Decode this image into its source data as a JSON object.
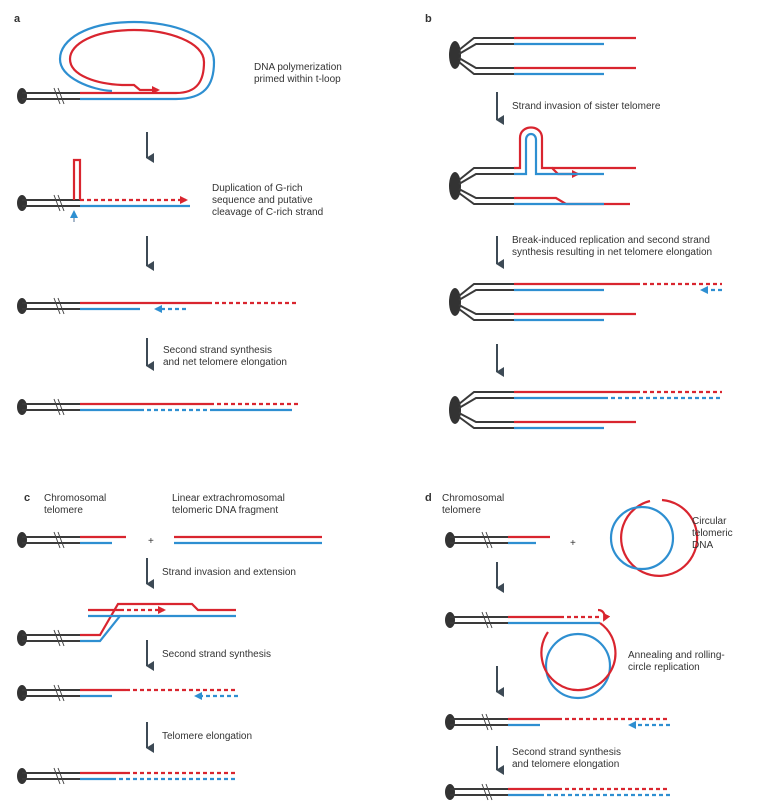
{
  "colors": {
    "red_strand": "#d9252f",
    "blue_strand": "#2e8fd1",
    "chromosome": "#3a3a3a",
    "arrow": "#3d4a55",
    "text": "#333333"
  },
  "panels": {
    "a": {
      "letter": "a",
      "step1": [
        "DNA polymerization",
        "primed within t-loop"
      ],
      "step2": [
        "Duplication of G-rich",
        "sequence and putative",
        "cleavage of C-rich strand"
      ],
      "step3": [
        "Second strand synthesis",
        "and net telomere elongation"
      ]
    },
    "b": {
      "letter": "b",
      "step1": [
        "Strand invasion of sister telomere"
      ],
      "step2": [
        "Break-induced replication and second strand",
        "synthesis resulting in net telomere elongation"
      ]
    },
    "c": {
      "letter": "c",
      "header_left": [
        "Chromosomal",
        "telomere"
      ],
      "header_right": [
        "Linear extrachromosomal",
        "telomeric DNA fragment"
      ],
      "plus": "+",
      "step1": [
        "Strand invasion and extension"
      ],
      "step2": [
        "Second strand synthesis"
      ],
      "step3": [
        "Telomere elongation"
      ]
    },
    "d": {
      "letter": "d",
      "header_left": [
        "Chromosomal",
        "telomere"
      ],
      "plus": "+",
      "circle_label": [
        "Circular",
        "telomeric",
        "DNA"
      ],
      "step1": [
        "Annealing and rolling-",
        "circle replication"
      ],
      "step2": [
        "Second strand synthesis",
        "and telomere elongation"
      ]
    }
  }
}
